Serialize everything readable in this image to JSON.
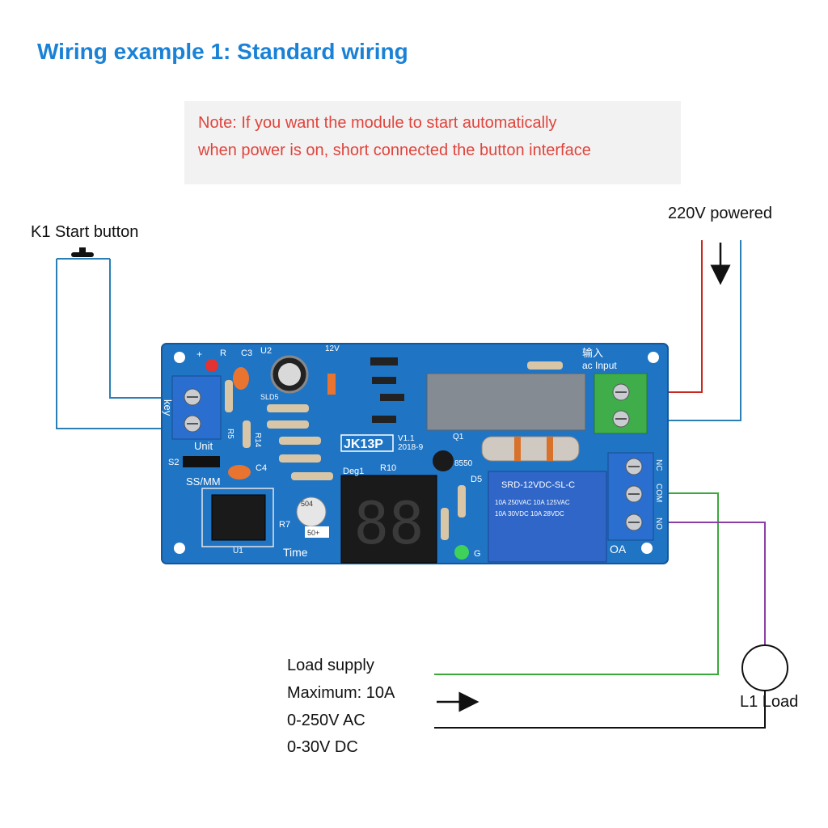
{
  "title": "Wiring example 1: Standard wiring",
  "note": {
    "line1": "Note: If you want the module to start automatically",
    "line2": "when power is on, short connected the button interface"
  },
  "labels": {
    "k1": "K1 Start button",
    "power": "220V powered",
    "load_supply": "Load supply",
    "max": "Maximum: 10A",
    "ac": "0-250V AC",
    "dc": "0-30V DC",
    "load": "L1 Load"
  },
  "board": {
    "model": "JK13P",
    "version": "V1.1",
    "date": "2018-9",
    "relay": "SRD-12VDC-SL-C",
    "relay_spec1": "10A 250VAC 10A 125VAC",
    "relay_spec2": "10A 30VDC 10A 28VDC",
    "display": "88",
    "silk": {
      "key": "key",
      "unit": "Unit",
      "s2": "S2",
      "ssmm": "SS/MM",
      "time": "Time",
      "u1": "U1",
      "u2": "U2",
      "c3": "C3",
      "c4": "C4",
      "r": "R",
      "plus": "+",
      "v12": "12V",
      "q1": "Q1",
      "q8550": "8550",
      "deg1": "Deg1",
      "r10": "R10",
      "r5": "R5",
      "r14": "R14",
      "r7": "R7",
      "d5": "D5",
      "g": "G",
      "input_cn": "输入",
      "ac_input": "ac  Input",
      "nc": "NC",
      "com": "COM",
      "no": "NO",
      "oa": "OA",
      "pot": "504",
      "pot50": "50+",
      "slds": "SLD5"
    }
  },
  "colors": {
    "title": "#1a82d6",
    "note_text": "#e0443c",
    "note_bg": "#f2f2f2",
    "pcb": "#1f74c4",
    "wire_blue": "#2a7fb5",
    "wire_red": "#c8281e",
    "wire_green": "#3aa83a",
    "wire_purple": "#8a3ea8",
    "wire_black": "#111111",
    "terminal_blue": "#2a6fd0",
    "terminal_green": "#3fae4a",
    "relay": "#2f66c8"
  }
}
